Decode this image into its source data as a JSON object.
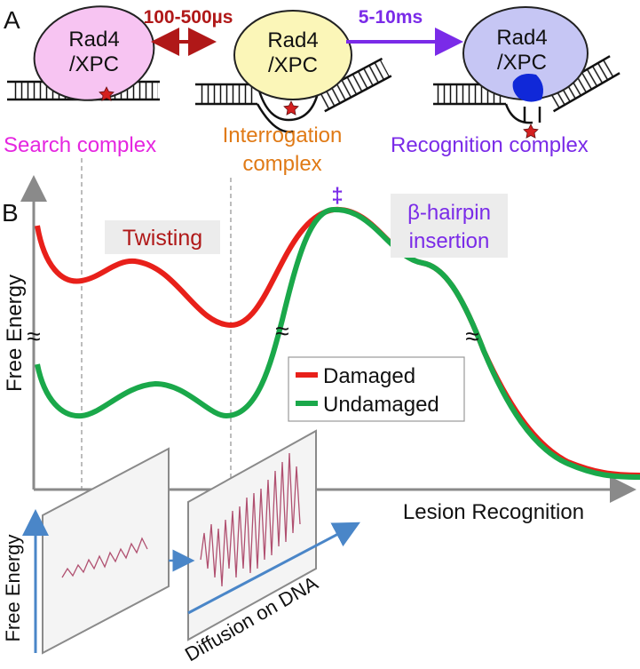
{
  "panel_a": {
    "letter": "A",
    "protein_line1": "Rad4",
    "protein_line2": "/XPC",
    "time_fast": "100-500µs",
    "time_slow": "5-10ms",
    "state_search": "Search complex",
    "state_interrogation_line1": "Interrogation",
    "state_interrogation_line2": "complex",
    "state_recognition": "Recognition complex"
  },
  "panel_b": {
    "letter": "B",
    "y_label": "Free Energy",
    "x_label": "Lesion Recognition",
    "annotation_twisting": "Twisting",
    "annotation_hairpin_line1": "β-hairpin",
    "annotation_hairpin_line2": "insertion",
    "transition_symbol": "‡",
    "break_symbol": "≈",
    "legend": [
      {
        "name": "Damaged",
        "color": "#e8201a"
      },
      {
        "name": "Undamaged",
        "color": "#1aa84a"
      }
    ],
    "inset_y_label": "Free Energy",
    "inset_x_label": "Diffusion on DNA"
  },
  "colors": {
    "search": "#e526e0",
    "interrogation": "#e07a16",
    "recognition": "#7a2be8",
    "fast_arrow": "#b01818",
    "slow_arrow": "#7a2be8",
    "protein_search": "#f7c4f2",
    "protein_interrogation": "#fbf6b8",
    "protein_recognition": "#c6c6f4",
    "hairpin": "#1028d8",
    "axis": "#8a8a8a",
    "inset_arrow": "#4a86c8"
  }
}
